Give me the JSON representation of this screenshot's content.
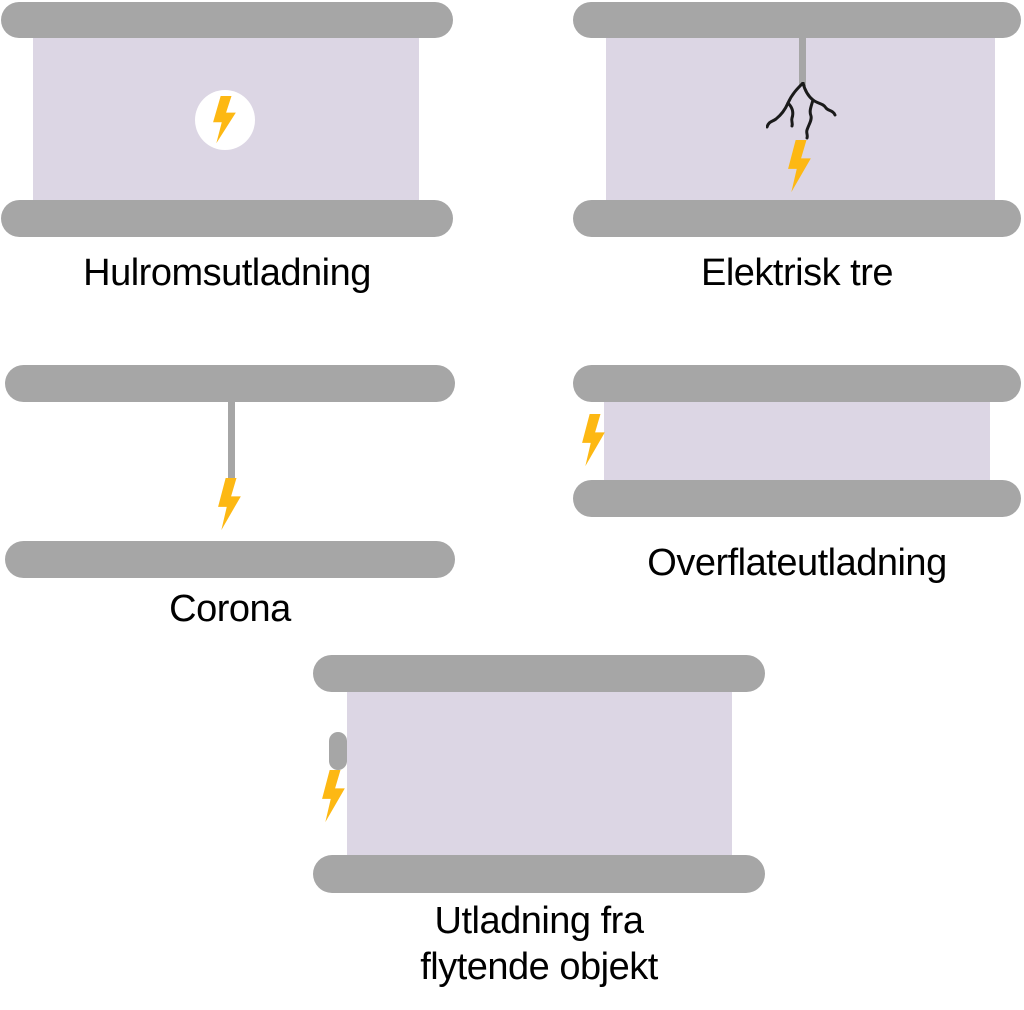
{
  "colors": {
    "background": "#ffffff",
    "electrode": "#a6a6a6",
    "dielectric": "#dcd6e4",
    "bolt": "#fdb813",
    "tree": "#1a1a1a",
    "void": "#ffffff",
    "text": "#000000"
  },
  "figures": [
    {
      "name": "cavity-discharge",
      "label": "Hulromsutladning"
    },
    {
      "name": "electrical-tree",
      "label": "Elektrisk tre"
    },
    {
      "name": "corona",
      "label": "Corona"
    },
    {
      "name": "surface-discharge",
      "label": "Overflateutladning"
    },
    {
      "name": "floating-object-discharge",
      "label_lines": [
        "Utladning fra",
        "flytende objekt"
      ]
    }
  ]
}
